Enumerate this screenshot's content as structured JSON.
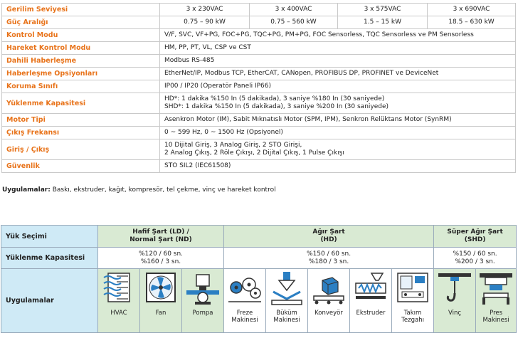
{
  "spec_rows": [
    {
      "label": "Gerilim Seviyesi",
      "values": [
        "3 x 230VAC",
        "3 x 400VAC",
        "3 x 575VAC",
        "3 x 690VAC"
      ]
    },
    {
      "label": "Güç Aralığı",
      "values": [
        "0.75 – 90 kW",
        "0.75 – 560 kW",
        "1.5 – 15 kW",
        "18.5 – 630 kW"
      ]
    },
    {
      "label": "Kontrol Modu",
      "value": "V/F, SVC, VF+PG, FOC+PG, TQC+PG, PM+PG, FOC Sensorless, TQC Sensorless ve PM Sensorless"
    },
    {
      "label": "Hareket Kontrol Modu",
      "value": "HM, PP, PT, VL, CSP ve CST"
    },
    {
      "label": "Dahili Haberleşme",
      "value": "Modbus RS-485"
    },
    {
      "label": "Haberleşme Opsiyonları",
      "value": "EtherNet/IP, Modbus TCP, EtherCAT, CANopen, PROFIBUS DP, PROFINET ve DeviceNet"
    },
    {
      "label": "Koruma Sınıfı",
      "value": "IP00 / IP20 (Operatör Paneli IP66)"
    },
    {
      "label": "Yüklenme Kapasitesi",
      "lines": [
        "HD*: 1 dakika %150 In (5 dakikada), 3 saniye %180 In (30 saniyede)",
        "SHD*: 1 dakika %150 In (5 dakikada), 3 saniye %200 In (30 saniyede)"
      ]
    },
    {
      "label": "Motor Tipi",
      "value": "Asenkron Motor (IM), Sabit Mıknatıslı Motor (SPM, IPM), Senkron Relüktans Motor (SynRM)"
    },
    {
      "label": "Çıkış Frekansı",
      "value": "0 ~ 599 Hz, 0 ~ 1500 Hz (Opsiyonel)"
    },
    {
      "label": "Giriş / Çıkış",
      "lines": [
        "10 Dijital Giriş, 3 Analog Giriş, 2 STO Girişi,",
        "2 Analog Çıkış, 2 Röle Çıkışı, 2 Dijital Çıkış, 1 Pulse Çıkışı"
      ]
    },
    {
      "label": "Güvenlik",
      "value": "STO SIL2 (IEC61508)"
    }
  ],
  "usage": {
    "label": "Uygulamalar:",
    "text": "Baskı, ekstruder, kağıt, kompresör, tel çekme, vinç ve hareket kontrol"
  },
  "load_table": {
    "row_labels": {
      "load": "Yük Seçimi",
      "capacity": "Yüklenme Kapasitesi",
      "apps": "Uygulamalar"
    },
    "ld": {
      "title1": "Hafif Şart (LD) /",
      "title2": "Normal Şart (ND)",
      "cap1": "%120 / 60 sn.",
      "cap2": "%160 / 3 sn."
    },
    "hd": {
      "title1": "Ağır Şart",
      "title2": "(HD)",
      "cap1": "%150 / 60 sn.",
      "cap2": "%180 / 3 sn."
    },
    "shd": {
      "title1": "Süper Ağır Şart",
      "title2": "(SHD)",
      "cap1": "%150 / 60 sn.",
      "cap2": "%200 / 3 sn."
    },
    "apps": [
      {
        "label1": "",
        "label2": "HVAC",
        "icon": "hvac-icon"
      },
      {
        "label1": "",
        "label2": "Fan",
        "icon": "fan-icon"
      },
      {
        "label1": "",
        "label2": "Pompa",
        "icon": "pump-icon"
      },
      {
        "label1": "Freze",
        "label2": "Makinesi",
        "icon": "milling-icon"
      },
      {
        "label1": "Büküm",
        "label2": "Makinesi",
        "icon": "bending-icon"
      },
      {
        "label1": "",
        "label2": "Konveyör",
        "icon": "conveyor-icon"
      },
      {
        "label1": "",
        "label2": "Ekstruder",
        "icon": "extruder-icon"
      },
      {
        "label1": "Takım",
        "label2": "Tezgahı",
        "icon": "machine-tool-icon"
      },
      {
        "label1": "",
        "label2": "Vinç",
        "icon": "crane-icon"
      },
      {
        "label1": "Pres",
        "label2": "Makinesi",
        "icon": "press-icon"
      }
    ]
  },
  "colors": {
    "label_orange": "#e8731a",
    "side_blue": "#cfeaf6",
    "band_green": "#d9ead3",
    "icon_blue": "#2b7fc3"
  }
}
